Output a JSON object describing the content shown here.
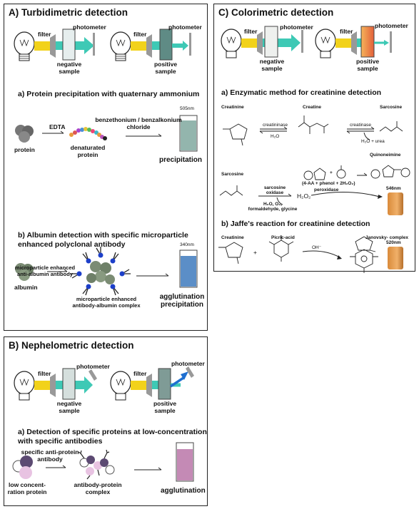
{
  "panelA": {
    "title": "A) Turbidimetric detection",
    "setup": {
      "filter1": "filter",
      "photometer1": "photometer",
      "sample1": "negative\nsample",
      "filter2": "filter",
      "photometer2": "photometer",
      "sample2": "positive\nsample"
    },
    "sectionA": {
      "title": "a) Protein precipitation with quaternary ammonium",
      "protein": "protein",
      "edta": "EDTA",
      "denatured": "denaturated\nprotein",
      "reagent": "benzethonium / benzalkonium\nchloride",
      "wavelength": "505nm",
      "result": "precipitation"
    },
    "sectionB": {
      "title": "b) Albumin detection with specific microparticle\nenhanced polyclonal antibody",
      "antibody": "microparticle enhanced\nanti-albumin antibody",
      "albumin": "albumin",
      "complex": "microparticle enhanced\nantibody-albumin complex",
      "wavelength": "340nm",
      "result": "agglutination\nprecipitation"
    }
  },
  "panelB": {
    "title": "B) Nephelometric detection",
    "setup": {
      "filter1": "filter",
      "photometer1": "photometer",
      "sample1": "negative\nsample",
      "filter2": "filter",
      "photometer2": "photometer",
      "sample2": "positive\nsample"
    },
    "sectionA": {
      "title": "a) Detection of specific proteins at low-concentration\nwith specific antibodies",
      "antibody": "specific anti-protein\nantibody",
      "protein": "low concent-\nration protein",
      "complex": "antibody-protein\ncomplex",
      "result": "agglutination"
    }
  },
  "panelC": {
    "title": "C) Colorimetric detection",
    "setup": {
      "filter1": "filter",
      "photometer1": "photometer",
      "sample1": "negative\nsample",
      "filter2": "filter",
      "photometer2": "photometer",
      "sample2": "positive\nsample"
    },
    "sectionA": {
      "title": "a) Enzymatic method for creatinine detection",
      "creatinine": "Creatinine",
      "creatine": "Creatine",
      "sarcosine1": "Sarcosine",
      "creatininase": "creatininase",
      "h2o": "H₂O",
      "creatinase": "creatinase",
      "h2o_urea": "H₂O + urea",
      "quinoneimine": "Quinoneimine",
      "sarcosine2": "Sarcosine",
      "reagents": "(4-AA + phenol + 2H₂O₂)",
      "plus": "+",
      "peroxidase": "peroxidase",
      "oxidase": "sarcosine\noxidase",
      "oxidase_sub": "H₂O, O₂,\nformaldehyde, glycine",
      "h2o2": "H₂O₂",
      "wavelength": "546nm"
    },
    "sectionB": {
      "title": "b) Jaffe's reaction for creatinine detection",
      "creatinine": "Creatinine",
      "picric": "Picric-acid",
      "janovsky": "Janovsky- complex",
      "plus": "+",
      "oh": "OH⁻",
      "wavelength": "520nm"
    }
  }
}
